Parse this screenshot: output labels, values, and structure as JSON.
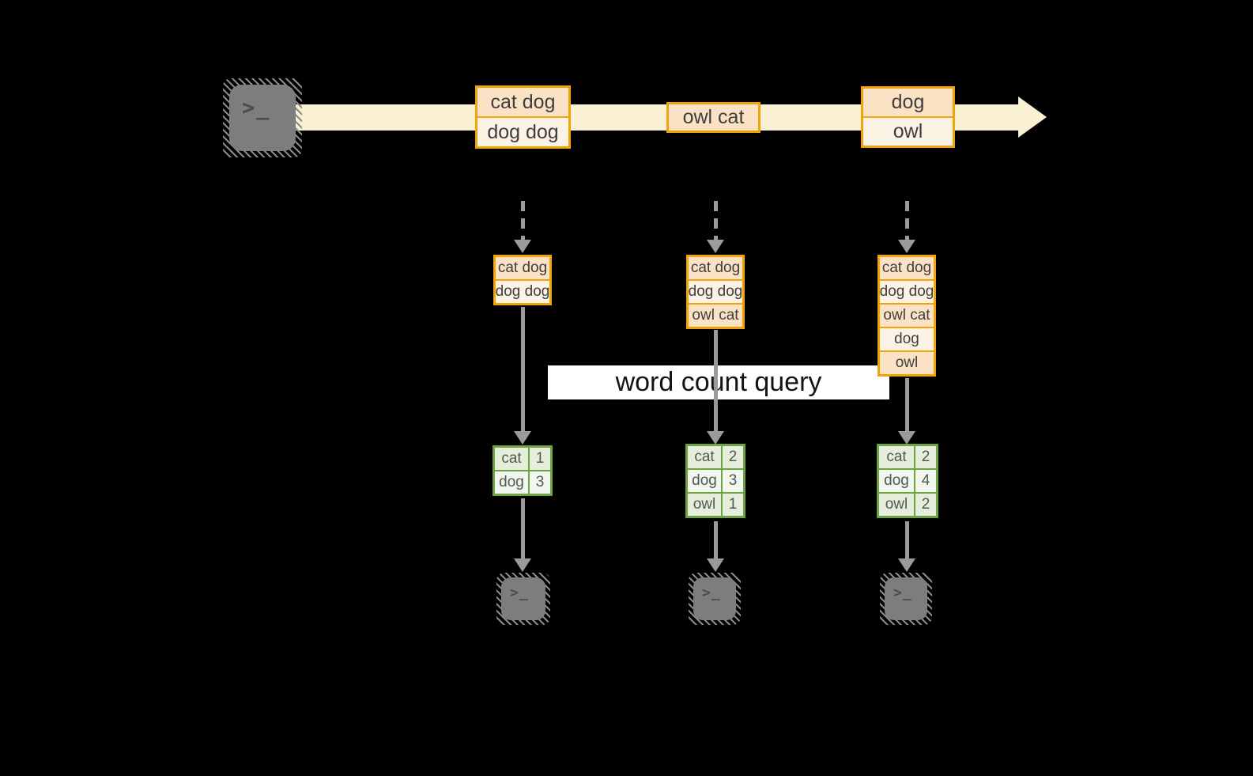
{
  "icons": {
    "prompt": ">_"
  },
  "colors": {
    "background": "#000000",
    "stream_fill": "#FAF1D2",
    "event_border": "#F0A30A",
    "event_fill_peach": "#FBE2C5",
    "event_fill_cream": "#FDF3E4",
    "table_border": "#6EA344",
    "table_fill": "#E4EEDB",
    "table_fill_light": "#F2F7EE",
    "arrow_gray": "#9B9B9B",
    "terminal_gray": "#7D7D7D",
    "label_bg": "#FFFFFF"
  },
  "query_label": "word count query",
  "stream": {
    "events": [
      {
        "lines": [
          "cat dog",
          "dog dog"
        ]
      },
      {
        "lines": [
          "owl cat"
        ]
      },
      {
        "lines": [
          "dog",
          "owl"
        ]
      }
    ]
  },
  "columns": [
    {
      "state": [
        "cat dog",
        "dog dog"
      ],
      "counts": [
        {
          "word": "cat",
          "count": "1"
        },
        {
          "word": "dog",
          "count": "3"
        }
      ]
    },
    {
      "state": [
        "cat dog",
        "dog dog",
        "owl cat"
      ],
      "counts": [
        {
          "word": "cat",
          "count": "2"
        },
        {
          "word": "dog",
          "count": "3"
        },
        {
          "word": "owl",
          "count": "1"
        }
      ]
    },
    {
      "state": [
        "cat dog",
        "dog dog",
        "owl cat",
        "dog",
        "owl"
      ],
      "counts": [
        {
          "word": "cat",
          "count": "2"
        },
        {
          "word": "dog",
          "count": "4"
        },
        {
          "word": "owl",
          "count": "2"
        }
      ]
    }
  ]
}
